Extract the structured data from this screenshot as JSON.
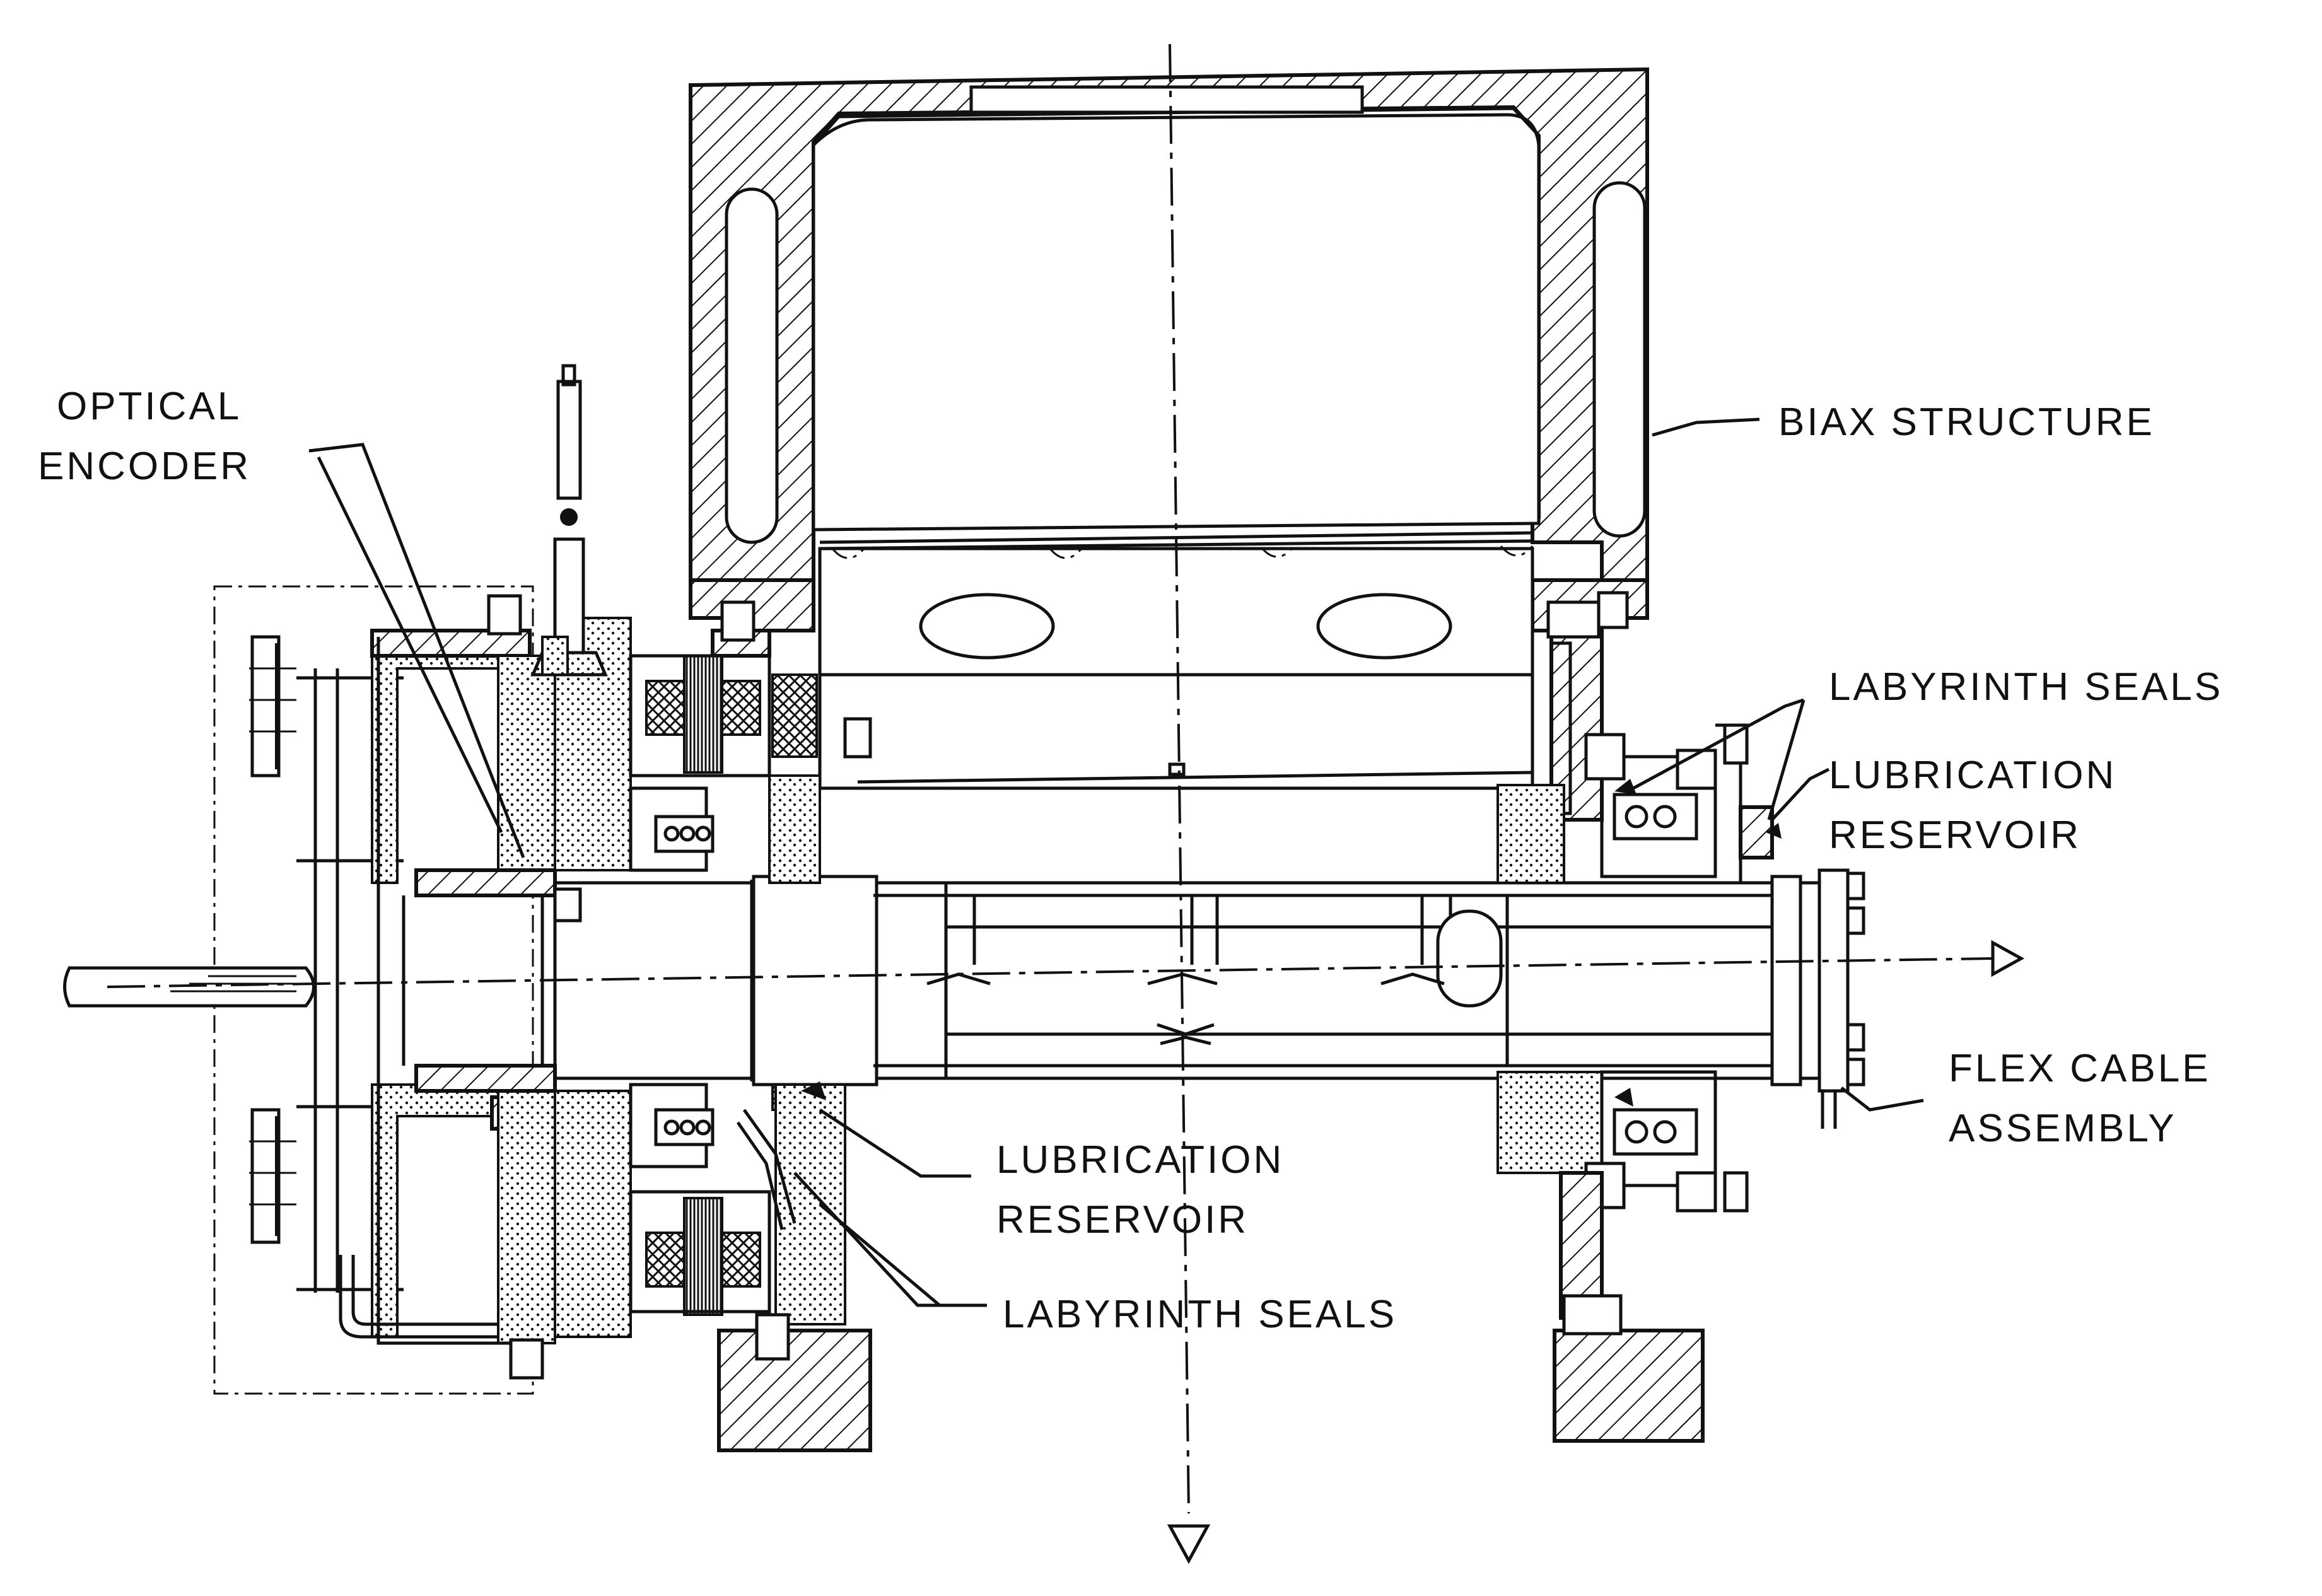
{
  "labels": {
    "optical_encoder_1": "OPTICAL",
    "optical_encoder_2": "ENCODER",
    "biax_structure": "BIAX STRUCTURE",
    "labyrinth_seals_right": "LABYRINTH SEALS",
    "lubrication_reservoir_right_1": "LUBRICATION",
    "lubrication_reservoir_right_2": "RESERVOIR",
    "flex_cable_1": "FLEX CABLE",
    "flex_cable_2": "ASSEMBLY",
    "lubrication_reservoir_bottom_1": "LUBRICATION",
    "lubrication_reservoir_bottom_2": "RESERVOIR",
    "labyrinth_seals_bottom": "LABYRINTH SEALS"
  }
}
